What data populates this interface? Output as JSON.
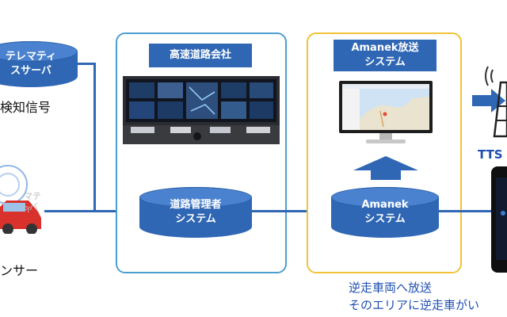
{
  "left": {
    "server_line1": "テレマティ",
    "server_line2": "スサーバ",
    "detection_label": "検知信号",
    "car_overlay_line1": "マティ",
    "car_overlay_line2": "ーバ",
    "sensor_label": "ンサー"
  },
  "highway": {
    "title": "高速道路会社",
    "db_line1": "道路管理者",
    "db_line2": "システム"
  },
  "amanek": {
    "title_line1": "Amanek放送",
    "title_line2": "システム",
    "db_line1": "Amanek",
    "db_line2": "システム",
    "note_line1": "逆走車両へ放送",
    "note_line2": "そのエリアに逆走車がい"
  },
  "right": {
    "tts_label": "TTS"
  },
  "colors": {
    "primary_blue": "#2f67b5",
    "panel_border_blue": "#4a9fd0",
    "panel_border_gold": "#f2c23a",
    "note_text": "#1f4fb0"
  }
}
